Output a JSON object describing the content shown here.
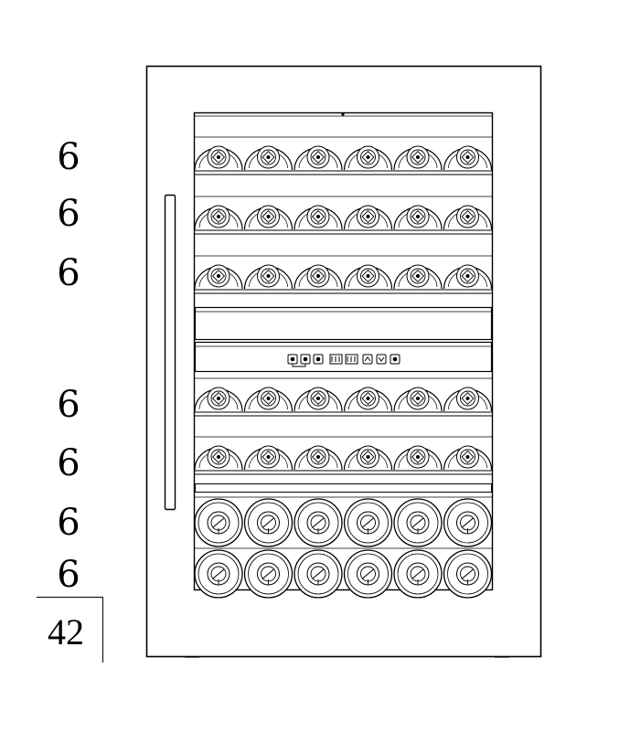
{
  "shelves": [
    {
      "count": "6",
      "bottles": 6,
      "style": "side"
    },
    {
      "count": "6",
      "bottles": 6,
      "style": "side"
    },
    {
      "count": "6",
      "bottles": 6,
      "style": "side"
    },
    {
      "count": "6",
      "bottles": 6,
      "style": "side"
    },
    {
      "count": "6",
      "bottles": 6,
      "style": "side"
    },
    {
      "count": "6",
      "bottles": 6,
      "style": "end"
    },
    {
      "count": "6",
      "bottles": 6,
      "style": "end"
    }
  ],
  "total": "42",
  "control_panel": {
    "buttons": [
      "power",
      "light",
      "lock",
      "zone-1-display",
      "zone-2-display",
      "up",
      "down",
      "unit"
    ]
  }
}
